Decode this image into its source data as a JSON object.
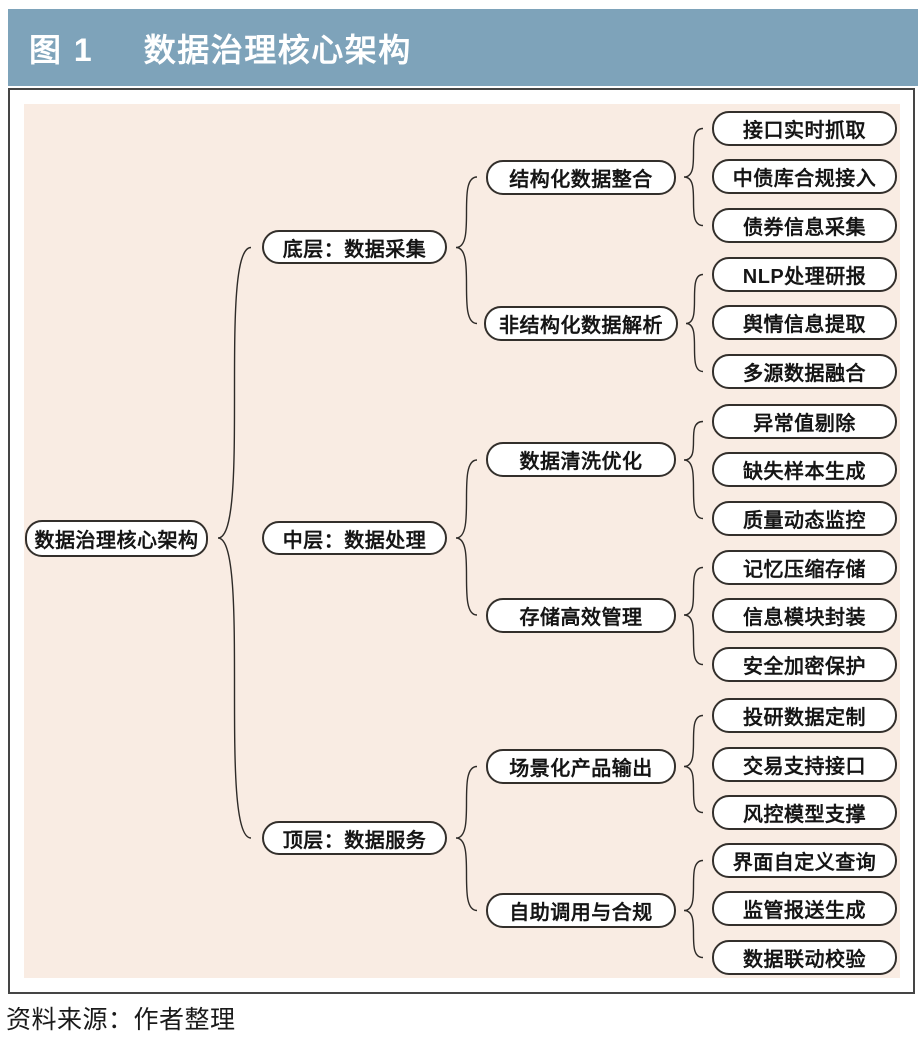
{
  "figure": {
    "number": "图 1",
    "title": "数据治理核心架构",
    "source": "资料来源：作者整理"
  },
  "colors": {
    "caption_bar_bg": "#7EA3BA",
    "caption_text": "#FFFFFF",
    "canvas_bg": "#F9ECE3",
    "frame_border": "#454545",
    "node_fill": "#FFFFFF",
    "node_border": "#332F2B",
    "connector_line": "#2E2B28"
  },
  "tree": {
    "root": "数据治理核心架构",
    "branches": [
      {
        "label": "底层：数据采集",
        "children": [
          {
            "label": "结构化数据整合",
            "children": [
              "接口实时抓取",
              "中债库合规接入",
              "债券信息采集"
            ]
          },
          {
            "label": "非结构化数据解析",
            "children": [
              "NLP处理研报",
              "舆情信息提取",
              "多源数据融合"
            ]
          }
        ]
      },
      {
        "label": "中层：数据处理",
        "children": [
          {
            "label": "数据清洗优化",
            "children": [
              "异常值剔除",
              "缺失样本生成",
              "质量动态监控"
            ]
          },
          {
            "label": "存储高效管理",
            "children": [
              "记忆压缩存储",
              "信息模块封装",
              "安全加密保护"
            ]
          }
        ]
      },
      {
        "label": "顶层：数据服务",
        "children": [
          {
            "label": "场景化产品输出",
            "children": [
              "投研数据定制",
              "交易支持接口",
              "风控模型支撑"
            ]
          },
          {
            "label": "自助调用与合规",
            "children": [
              "界面自定义查询",
              "监管报送生成",
              "数据联动校验"
            ]
          }
        ]
      }
    ]
  }
}
